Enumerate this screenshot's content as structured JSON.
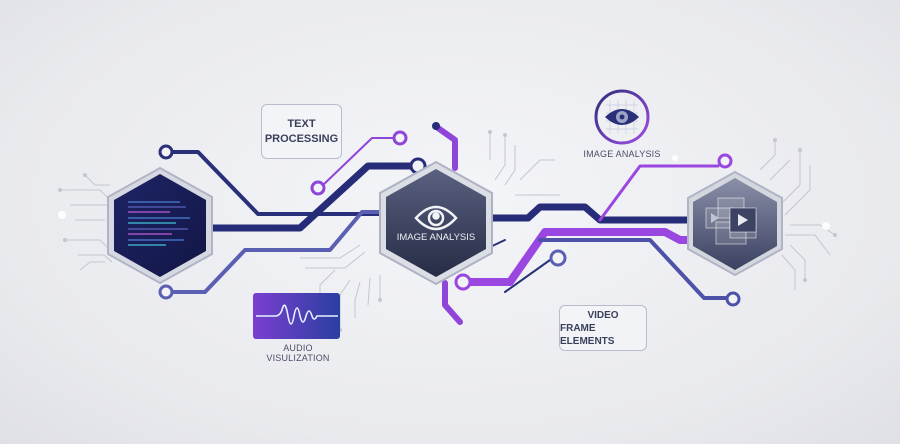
{
  "labels": {
    "text_processing": [
      "TEXT",
      "PROCESSING"
    ],
    "audio": "AUDIO VISULIZATION",
    "image_icon_label": "IMAGE ANALYSIS",
    "center_hex": "IMAGE ANALYSIS",
    "video": [
      "VIDEO",
      "FRAME ELEMENTS"
    ]
  },
  "icons": [
    "code-screen-icon",
    "eye-icon",
    "eye-grid-icon",
    "audio-waveform-icon",
    "video-frames-play-icon"
  ],
  "colors": {
    "navy": "#262c78",
    "purple": "#9a46e0",
    "periwinkle": "#5b5fb2",
    "hex_dark": "#2b3250",
    "circuit_gray": "#c3c6d0"
  }
}
